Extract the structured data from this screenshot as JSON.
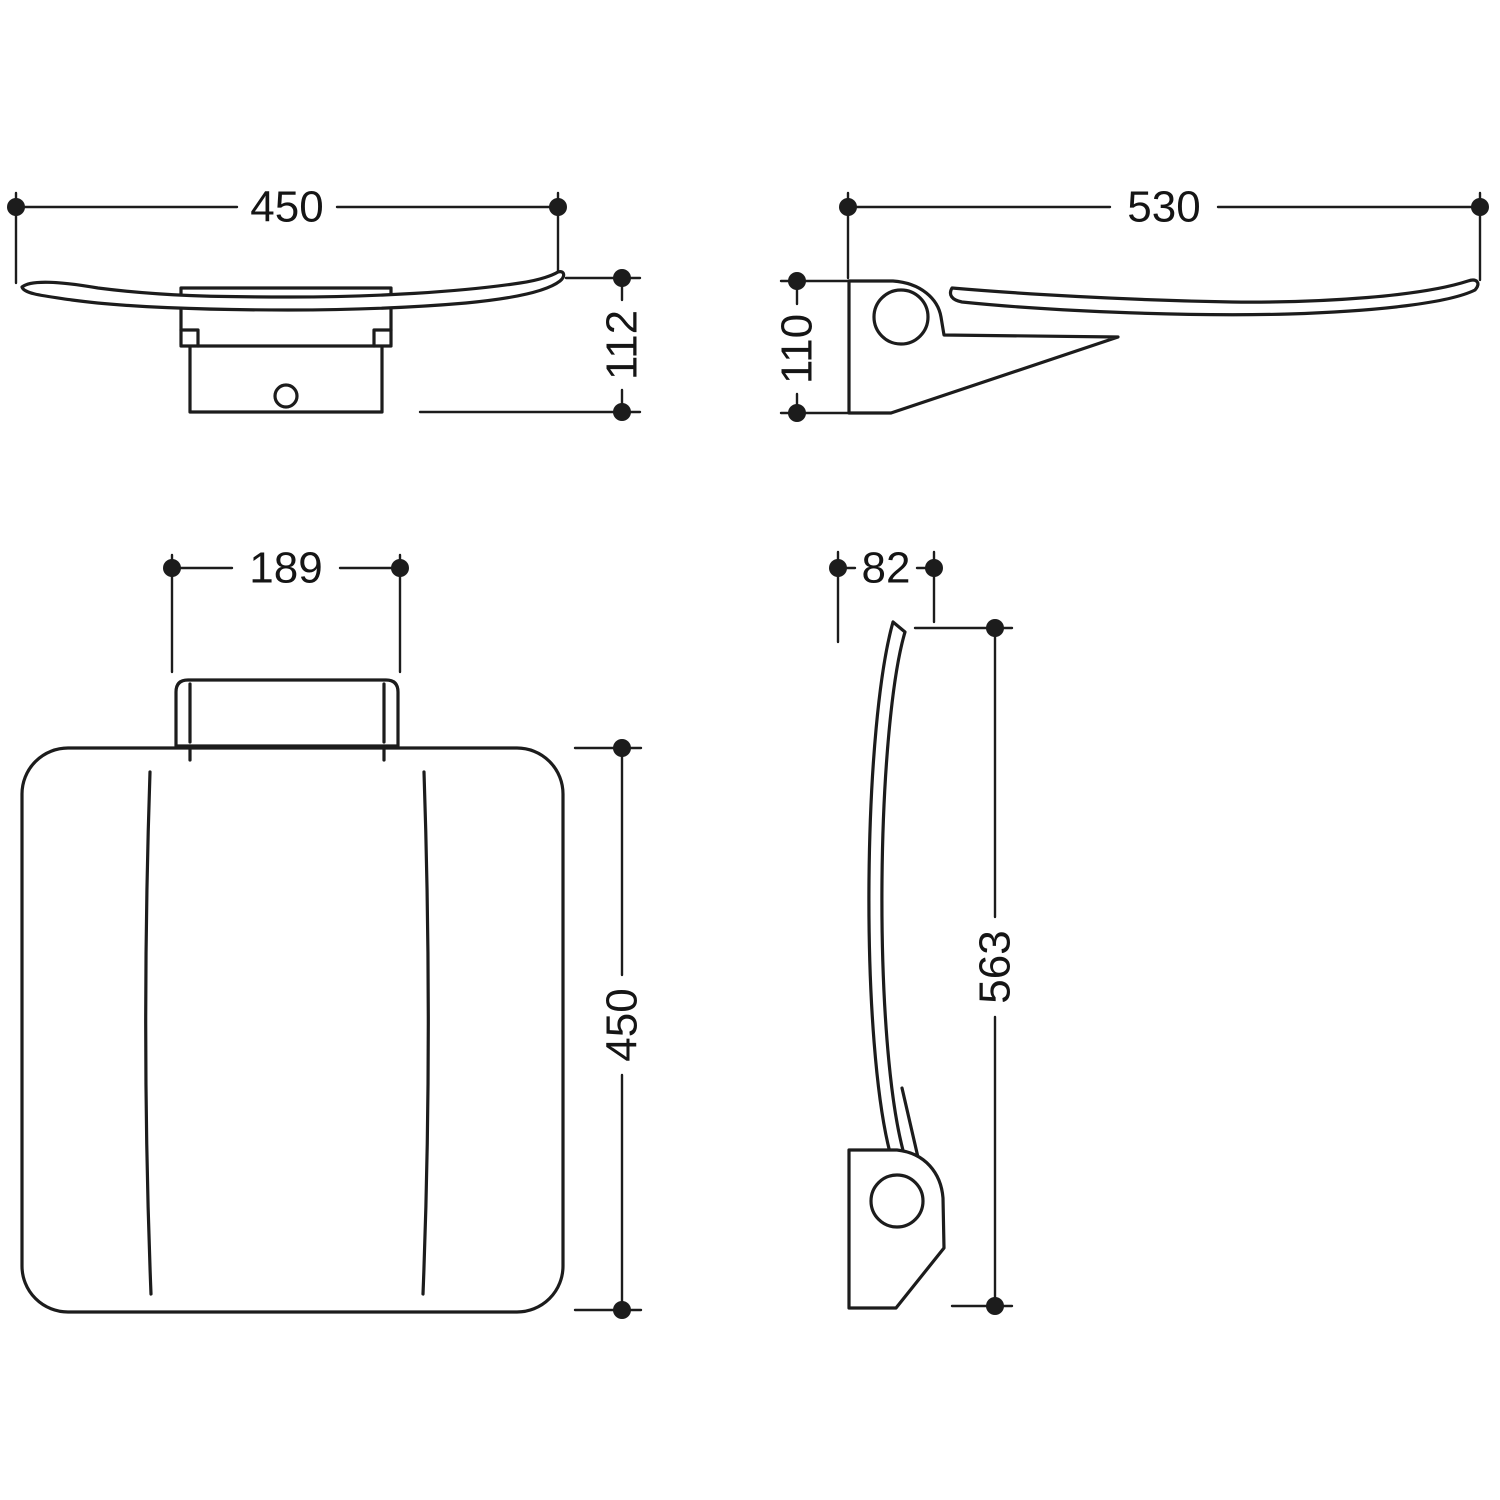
{
  "drawing": {
    "line_color": "#1c1c1c",
    "background_color": "#ffffff",
    "views": {
      "front": {
        "width": "450",
        "height": "112"
      },
      "side_open": {
        "width": "530",
        "height": "110"
      },
      "plan": {
        "width": "189",
        "height": "450"
      },
      "side_folded": {
        "width": "82",
        "height": "563"
      }
    }
  }
}
